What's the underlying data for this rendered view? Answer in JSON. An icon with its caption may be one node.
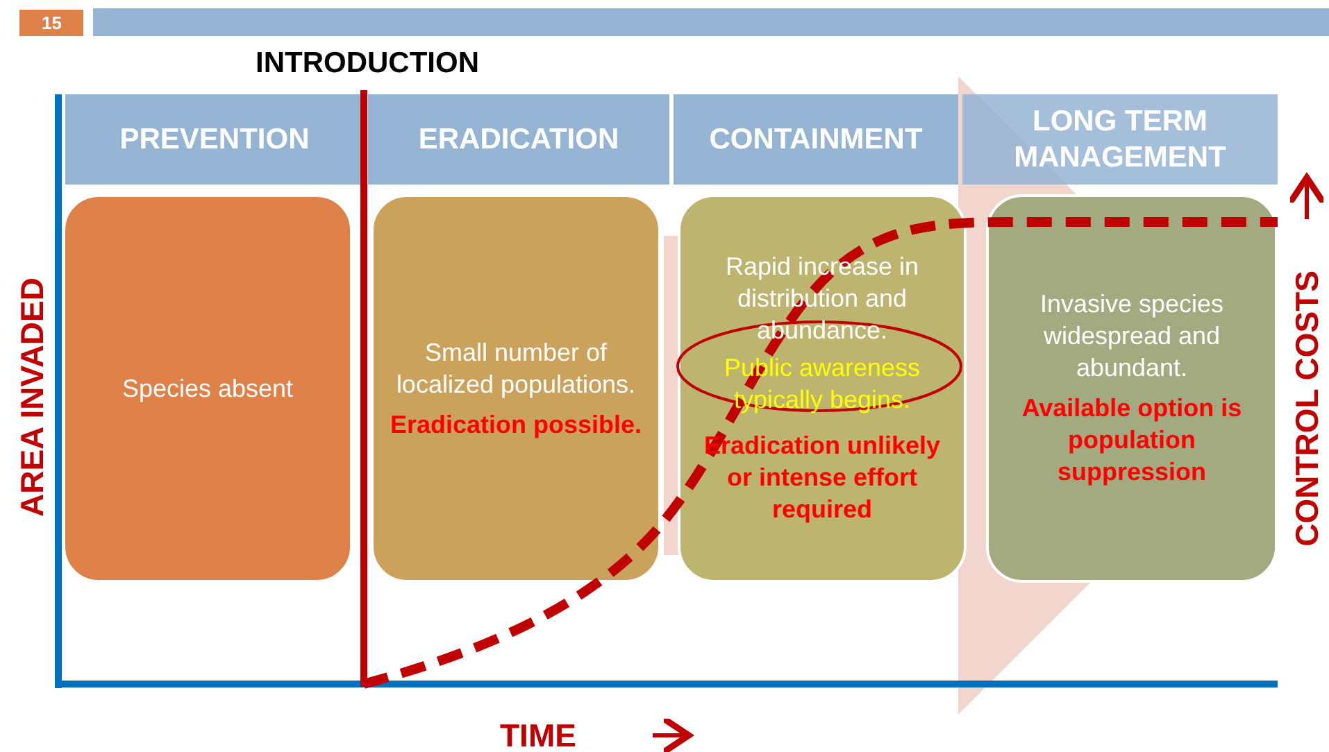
{
  "diagram": {
    "nodes": [
      {
        "text": [
          "PREVENTION"
        ]
      },
      {
        "text": [
          "ERADICATION"
        ]
      },
      {
        "text": [
          "CONTAINMENT"
        ]
      },
      {
        "text": [
          "LONG TERM MANAGEMENT"
        ]
      },
      {
        "text": [
          "Species absent"
        ]
      },
      {
        "text": [
          "Small number of localized populations.",
          "Eradication possible."
        ]
      },
      {
        "text": [
          "Rapid increase in distribution and abundance.",
          "Public awareness typically begins.",
          "Eradication unlikely or intense effort required"
        ]
      },
      {
        "text": [
          "Invasive species widespread and abundant.",
          "Available option is population suppression"
        ]
      }
    ],
    "edges": [],
    "labels": [
      "15",
      "INTRODUCTION",
      "AREA INVADED",
      "CONTROL COSTS",
      "TIME"
    ]
  }
}
